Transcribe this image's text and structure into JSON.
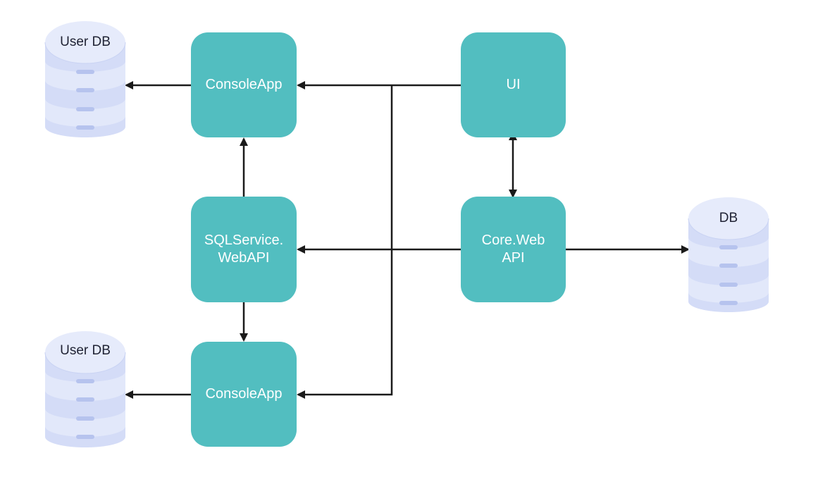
{
  "colors": {
    "node_fill": "#52bec0",
    "node_text": "#ffffff",
    "db_fill": "#d4dcf7",
    "db_top": "#e6ebfb",
    "db_slot": "#b6c3ee",
    "edge": "#1a1a1a"
  },
  "nodes": {
    "console_app_top": {
      "label": "ConsoleApp"
    },
    "ui": {
      "label": "UI"
    },
    "sql_service": {
      "label": "SQLService.\nWebAPI"
    },
    "core_web_api": {
      "label": "Core.Web\nAPI"
    },
    "console_app_bottom": {
      "label": "ConsoleApp"
    }
  },
  "databases": {
    "user_db_top": {
      "label": "User DB",
      "icon": "database-icon"
    },
    "db_right": {
      "label": "DB",
      "icon": "database-icon"
    },
    "user_db_bottom": {
      "label": "User DB",
      "icon": "database-icon"
    }
  },
  "edges": [
    {
      "from": "console_app_top",
      "to": "user_db_top",
      "direction": "forward"
    },
    {
      "from": "ui",
      "to": "console_app_top",
      "direction": "forward"
    },
    {
      "from": "ui",
      "to": "console_app_bottom",
      "direction": "forward"
    },
    {
      "from": "sql_service",
      "to": "console_app_top",
      "direction": "forward"
    },
    {
      "from": "sql_service",
      "to": "console_app_bottom",
      "direction": "forward"
    },
    {
      "from": "ui",
      "to": "core_web_api",
      "direction": "both"
    },
    {
      "from": "core_web_api",
      "to": "sql_service",
      "direction": "forward"
    },
    {
      "from": "core_web_api",
      "to": "db_right",
      "direction": "forward"
    },
    {
      "from": "console_app_bottom",
      "to": "user_db_bottom",
      "direction": "forward"
    }
  ]
}
